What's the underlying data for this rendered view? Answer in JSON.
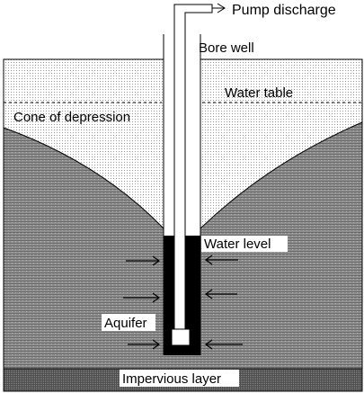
{
  "labels": {
    "pump_discharge": "Pump discharge",
    "bore_well": "Bore well",
    "water_table": "Water table",
    "cone_of_depression": "Cone of depression",
    "water_level": "Water level",
    "aquifer": "Aquifer",
    "impervious_layer": "Impervious layer"
  },
  "colors": {
    "dry_soil_dot": "#9a9a9a",
    "saturated_stripe": "#6f6f6f",
    "impervious_fill": "#585858",
    "well_water": "#000000",
    "outline": "#000000"
  },
  "icons": {
    "flow_arrows": "arrow-right / arrow-left",
    "discharge_arrow": "arrow-right"
  }
}
